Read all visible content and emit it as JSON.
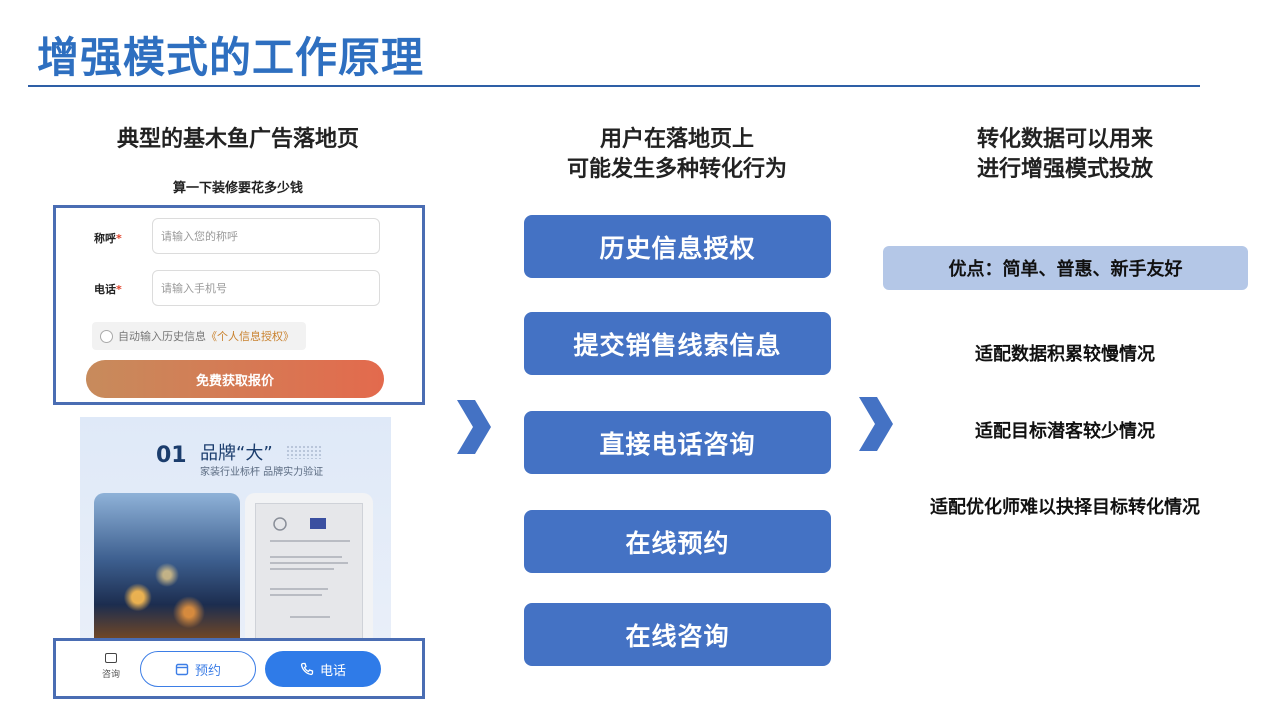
{
  "slide": {
    "title": "增强模式的工作原理"
  },
  "left": {
    "heading": "典型的基木鱼广告落地页",
    "mock_subtitle": "算一下装修要花多少钱",
    "form": {
      "name_label": "称呼",
      "name_placeholder": "请输入您的称呼",
      "phone_label": "电话",
      "phone_placeholder": "请输入手机号",
      "required_mark": "*",
      "consent_text": "自动输入历史信息",
      "consent_link": "《个人信息授权》",
      "cta_label": "免费获取报价"
    },
    "promo": {
      "number": "01",
      "title": "品牌“大”",
      "subtitle": "家装行业标杆 品牌实力验证"
    },
    "bottom_bar": {
      "chat_label": "咨询",
      "book_label": "预约",
      "call_label": "电话"
    }
  },
  "middle": {
    "heading_line1": "用户在落地页上",
    "heading_line2": "可能发生多种转化行为",
    "actions": [
      "历史信息授权",
      "提交销售线索信息",
      "直接电话咨询",
      "在线预约",
      "在线咨询"
    ]
  },
  "right": {
    "heading_line1": "转化数据可以用来",
    "heading_line2": "进行增强模式投放",
    "pros": "优点：简单、普惠、新手友好",
    "scenarios": [
      "适配数据积累较慢情况",
      "适配目标潜客较少情况",
      "适配优化师难以抉择目标转化情况"
    ]
  },
  "colors": {
    "title": "#2e6fc0",
    "action_fill": "#4472c4",
    "pros_fill": "#b4c7e7",
    "frame": "#4a6db3"
  }
}
